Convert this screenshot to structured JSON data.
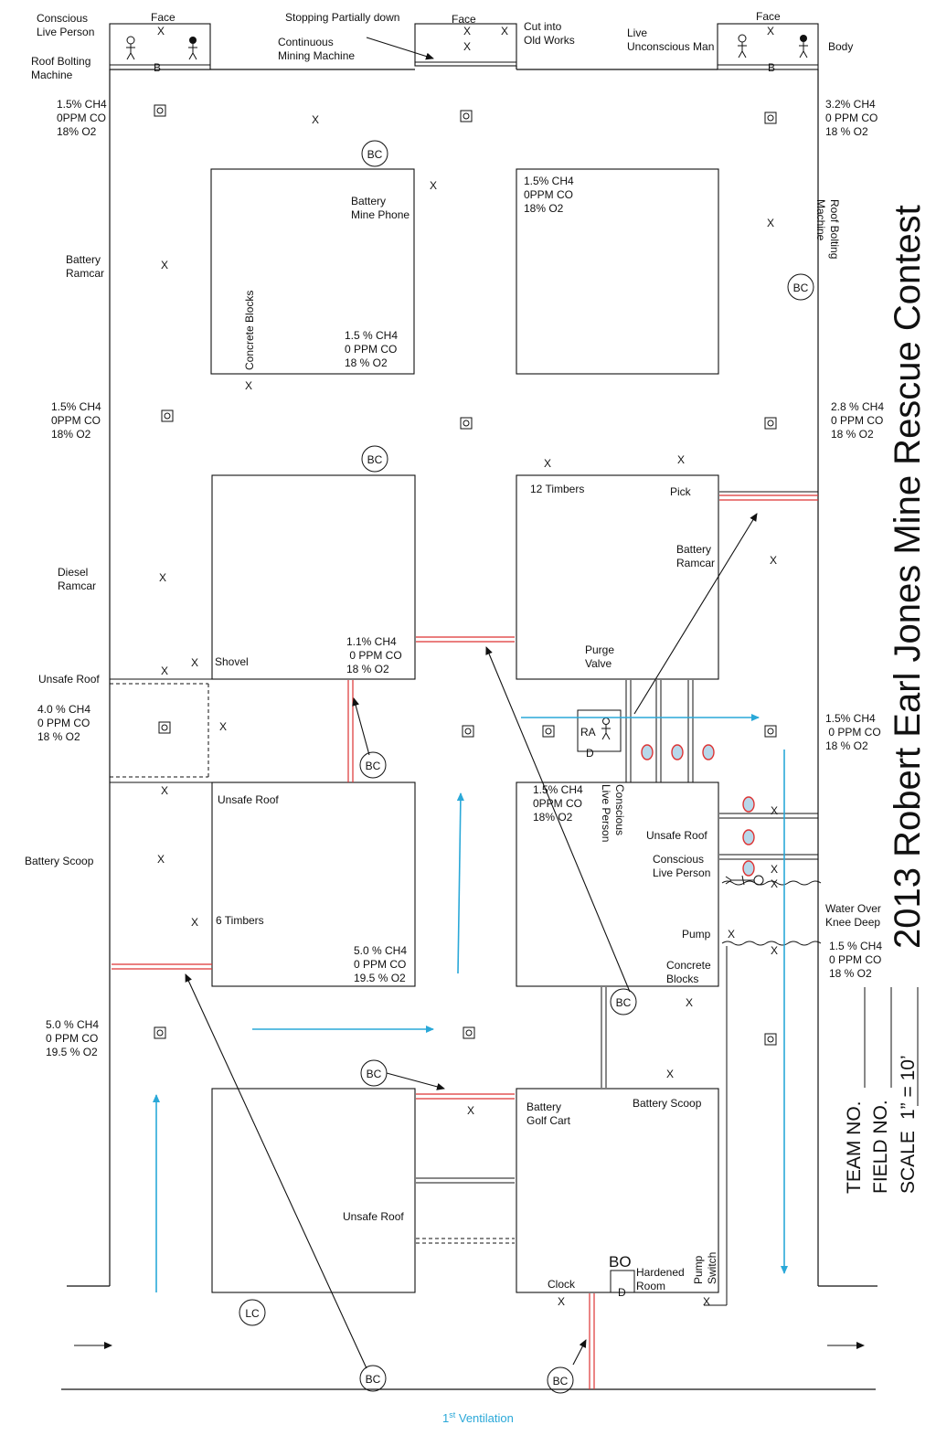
{
  "labels": {
    "face": "Face",
    "conscious_live_person": "Conscious\nLive Person",
    "roof_bolting_machine": "Roof Bolting\nMachine",
    "roof_bolting_machine_vert": "Roof Bolting\nMachine",
    "stopping_partially_down": "Stopping Partially down",
    "continuous_mining_machine": "Continuous\nMining Machine",
    "cut_into_old_works": "Cut into\nOld Works",
    "live_unconscious_man": "Live\nUnconscious Man",
    "body": "Body",
    "battery_mine_phone": "Battery\nMine Phone",
    "concrete_blocks_vert": "Concrete Blocks",
    "battery_ramcar_left": "Battery\nRamcar",
    "diesel_ramcar": "Diesel\nRamcar",
    "unsafe_roof_left": "Unsafe Roof",
    "shovel": "Shovel",
    "timbers_12": "12 Timbers",
    "pick": "Pick",
    "battery_ramcar_right": "Battery\nRamcar",
    "purge_valve": "Purge\nValve",
    "ra": "RA",
    "d1": "D",
    "unsafe_roof_block": "Unsafe Roof",
    "battery_scoop_left": "Battery  Scoop",
    "timbers_6": "6 Timbers",
    "conscious_live_person_vert": "Conscious\nLive Person",
    "unsafe_roof_right": "Unsafe Roof",
    "conscious_live_person_right": "Conscious\nLive Person",
    "pump": "Pump",
    "concrete_blocks": "Concrete\nBlocks",
    "water_over_knee": "Water Over\nKnee Deep",
    "battery_golf_cart": "Battery\nGolf Cart",
    "battery_scoop_bottom": "Battery  Scoop",
    "unsafe_roof_bottom": "Unsafe Roof",
    "bo": "BO",
    "hardened_room": "Hardened\nRoom",
    "d2": "D",
    "clock": "Clock",
    "pump_switch": "Pump\nSwitch",
    "bc": "BC",
    "lc": "LC",
    "b": "B",
    "x": "X",
    "vent_num": "1",
    "vent_sup": "st",
    "vent_word": " Ventilation"
  },
  "readings": {
    "tl": "1.5% CH4\n0PPM CO\n18% O2",
    "tr": "3.2% CH4\n0 PPM CO\n18 % O2",
    "b1": "1.5 % CH4\n0 PPM CO\n18 % O2",
    "b2": "1.5% CH4\n0PPM CO\n18% O2",
    "l2": "1.5% CH4\n0PPM CO\n18% O2",
    "r2": "2.8 % CH4\n0 PPM CO\n18 % O2",
    "b3": "1.1% CH4\n 0 PPM CO\n18 % O2",
    "l3": "4.0 % CH4\n0 PPM CO\n18 % O2",
    "r3": "1.5% CH4\n 0 PPM CO\n18 % O2",
    "b6": "1.5% CH4\n0PPM CO\n18% O2",
    "b5": "5.0 % CH4\n0 PPM CO\n19.5 % O2",
    "r4": "1.5 % CH4\n0 PPM CO\n18 % O2",
    "l4": "5.0 % CH4\n0 PPM CO\n19.5 % O2"
  },
  "side": {
    "title": "2013 Robert Earl Jones Mine Rescue Contest",
    "team": "TEAM NO.",
    "field": "FIELD NO.",
    "scale_label": "SCALE",
    "scale_value": "1”  =  10’"
  }
}
